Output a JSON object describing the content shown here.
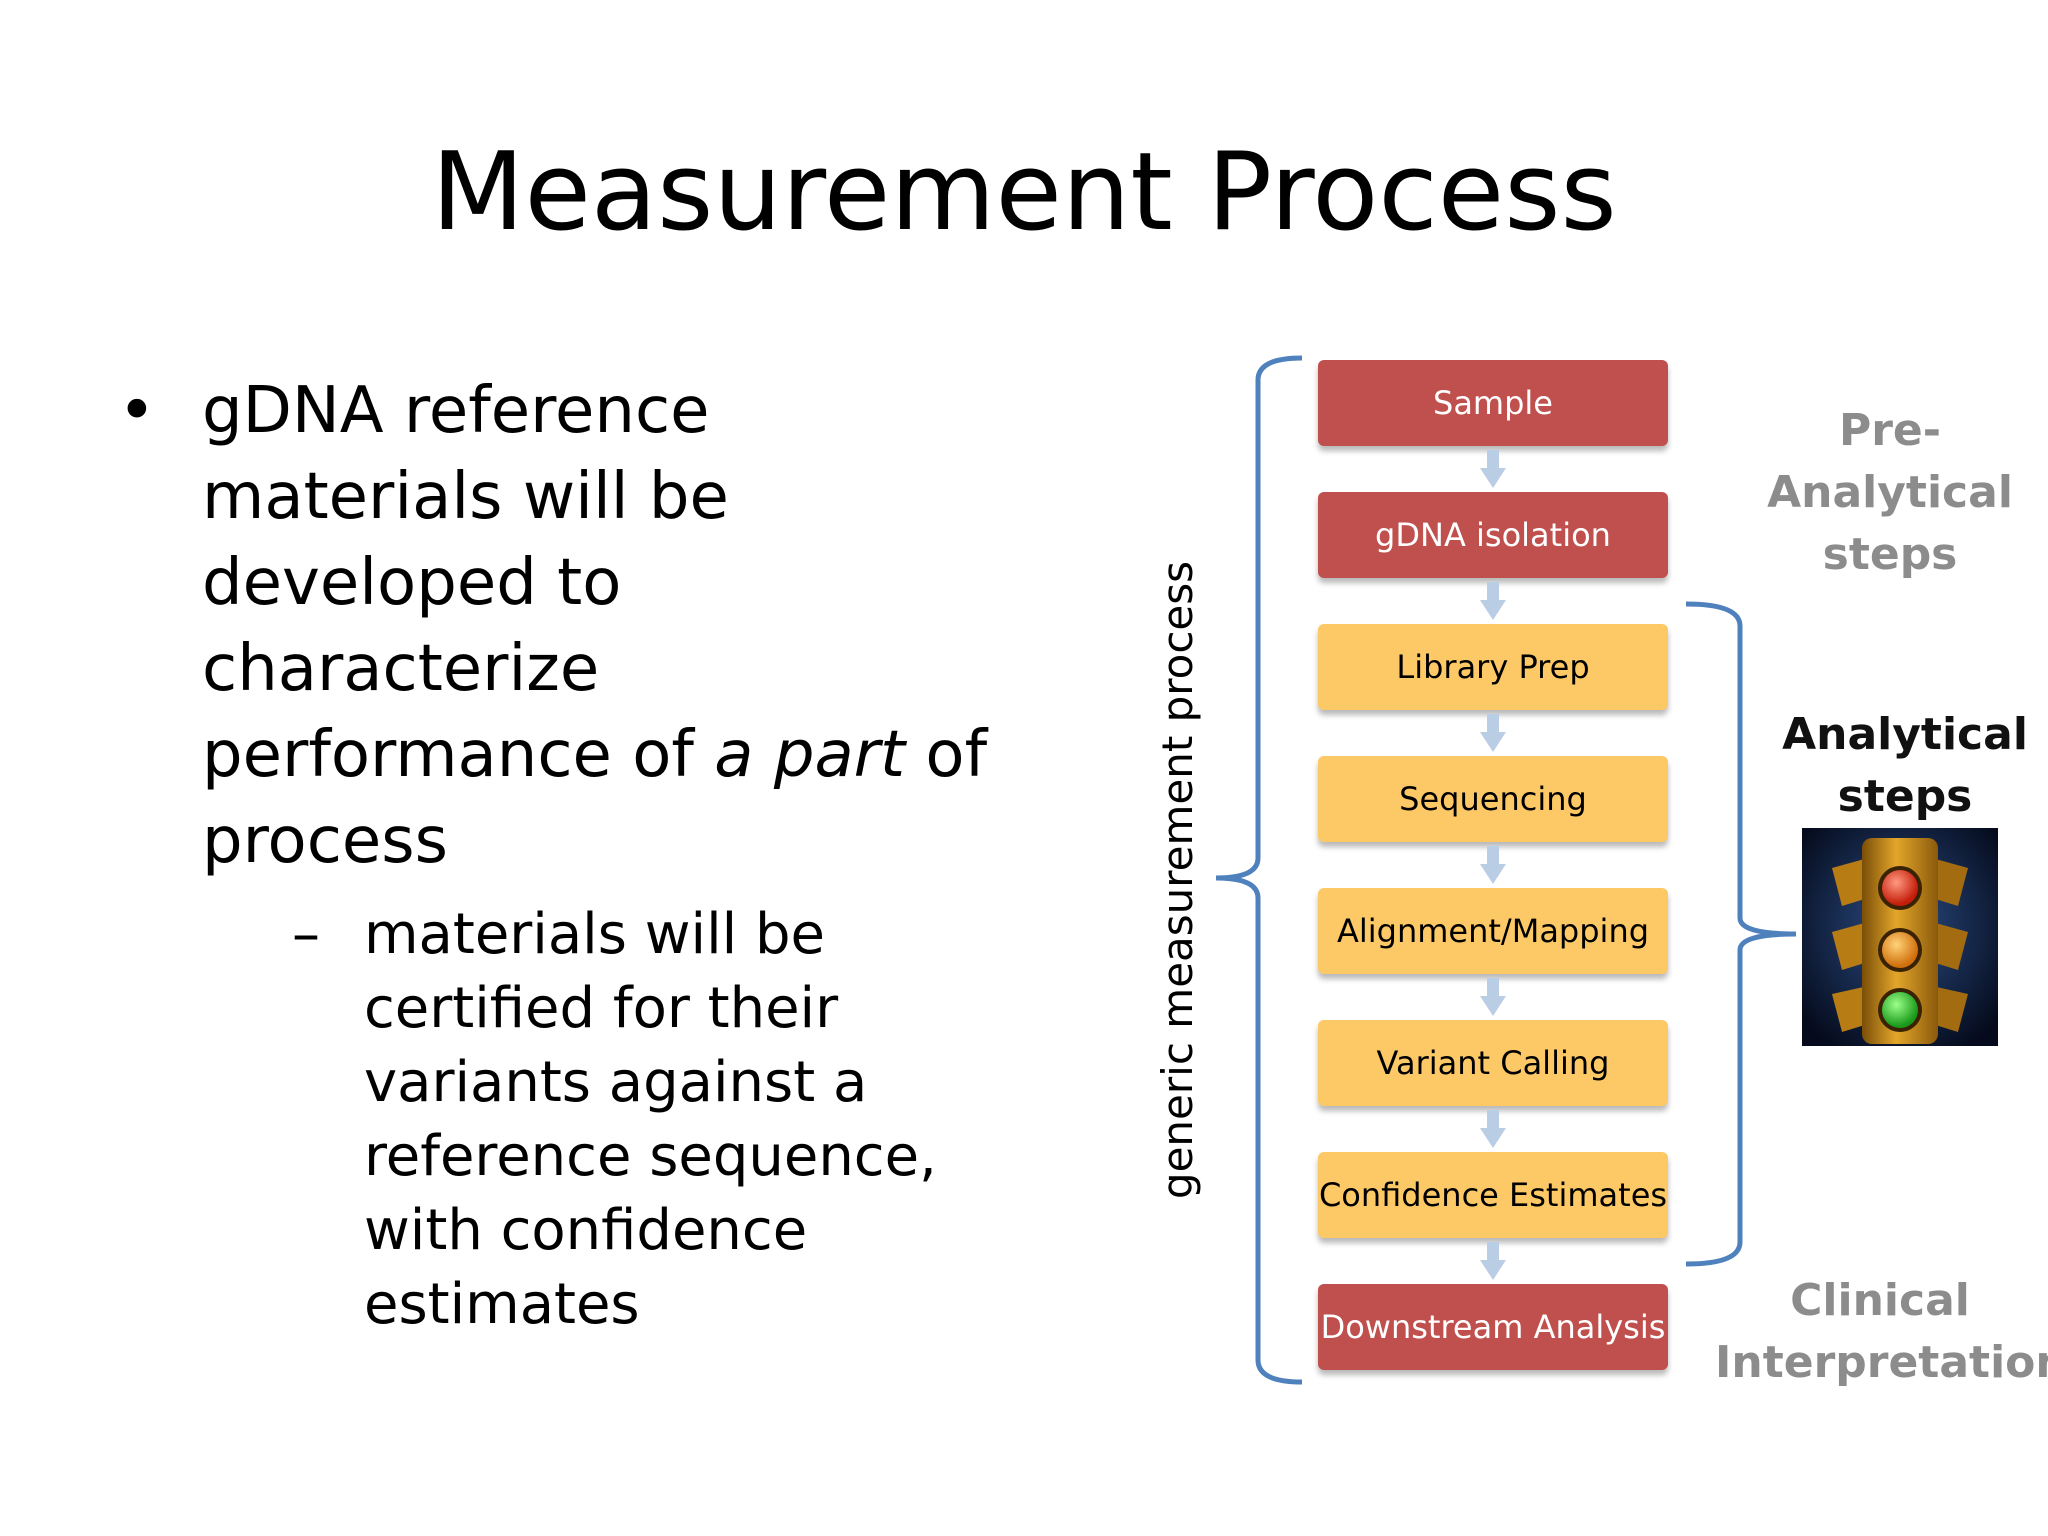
{
  "title": "Measurement Process",
  "bullet": {
    "text_before": "gDNA reference materials will be developed to characterize performance of ",
    "text_italic": "a part",
    "text_after": " of process",
    "sub_bullet": "materials will be certified for their variants against a reference sequence, with confidence estimates"
  },
  "diagram": {
    "vertical_label": "generic measurement process",
    "steps": [
      {
        "label": "Sample",
        "category": "pre-analytical"
      },
      {
        "label": "gDNA isolation",
        "category": "pre-analytical"
      },
      {
        "label": "Library Prep",
        "category": "analytical"
      },
      {
        "label": "Sequencing",
        "category": "analytical"
      },
      {
        "label": "Alignment/Mapping",
        "category": "analytical"
      },
      {
        "label": "Variant Calling",
        "category": "analytical"
      },
      {
        "label": "Confidence Estimates",
        "category": "analytical"
      },
      {
        "label": "Downstream Analysis",
        "category": "clinical"
      }
    ],
    "groups": {
      "pre_analytical": "Pre-Analytical steps",
      "analytical": "Analytical steps",
      "clinical": "Clinical Interpretation"
    },
    "colors": {
      "red_step": "#c0504d",
      "yellow_step": "#fdc966",
      "bracket": "#4f81bd",
      "arrow": "#b9cde5"
    },
    "image": "traffic-light"
  }
}
